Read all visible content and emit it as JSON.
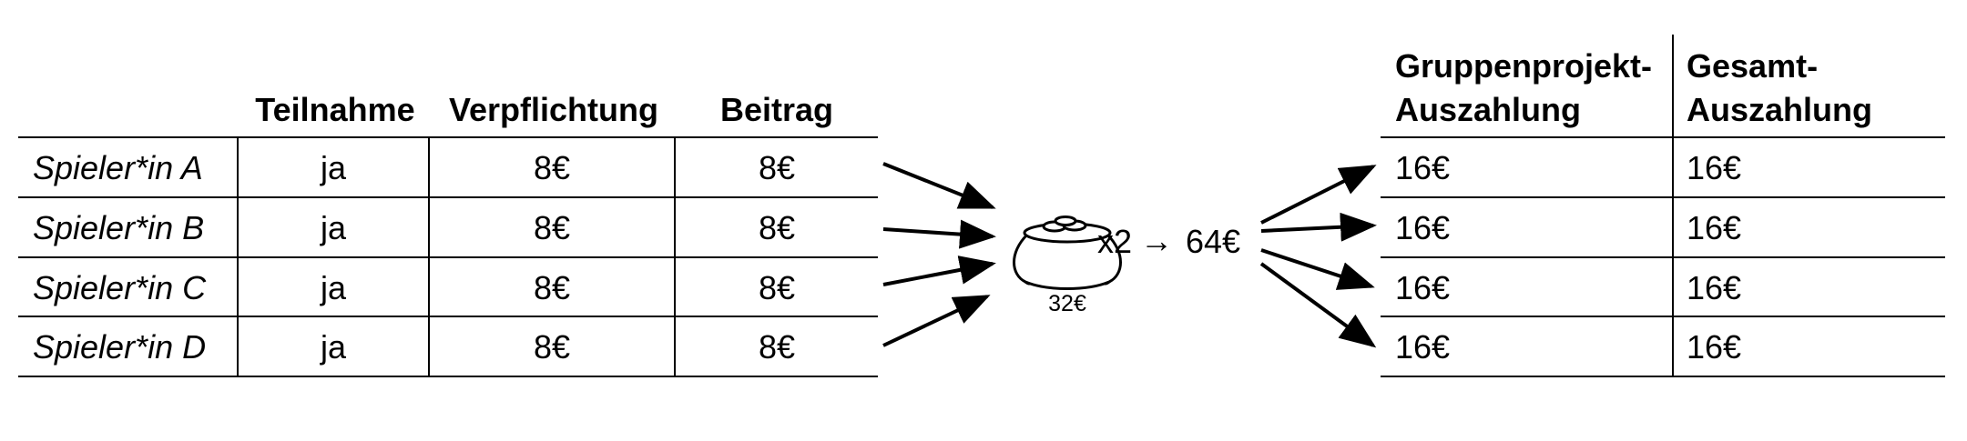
{
  "left_table": {
    "headers": [
      "Teilnahme",
      "Verpflichtung",
      "Beitrag"
    ],
    "rows": [
      {
        "player": "Spieler*in A",
        "teilnahme": "ja",
        "verpflichtung": "8€",
        "beitrag": "8€"
      },
      {
        "player": "Spieler*in B",
        "teilnahme": "ja",
        "verpflichtung": "8€",
        "beitrag": "8€"
      },
      {
        "player": "Spieler*in C",
        "teilnahme": "ja",
        "verpflichtung": "8€",
        "beitrag": "8€"
      },
      {
        "player": "Spieler*in D",
        "teilnahme": "ja",
        "verpflichtung": "8€",
        "beitrag": "8€"
      }
    ]
  },
  "pot": {
    "icon": "pot-of-coins-icon",
    "amount": "32€",
    "multiplier": "x2",
    "arrow": "→",
    "total": "64€"
  },
  "right_table": {
    "headers": [
      {
        "line1": "Gruppenprojekt-",
        "line2": "Auszahlung"
      },
      {
        "line1": "Gesamt-",
        "line2": "Auszahlung"
      }
    ],
    "rows": [
      {
        "gruppenprojekt": "16€",
        "gesamt": "16€"
      },
      {
        "gruppenprojekt": "16€",
        "gesamt": "16€"
      },
      {
        "gruppenprojekt": "16€",
        "gesamt": "16€"
      },
      {
        "gruppenprojekt": "16€",
        "gesamt": "16€"
      }
    ]
  }
}
